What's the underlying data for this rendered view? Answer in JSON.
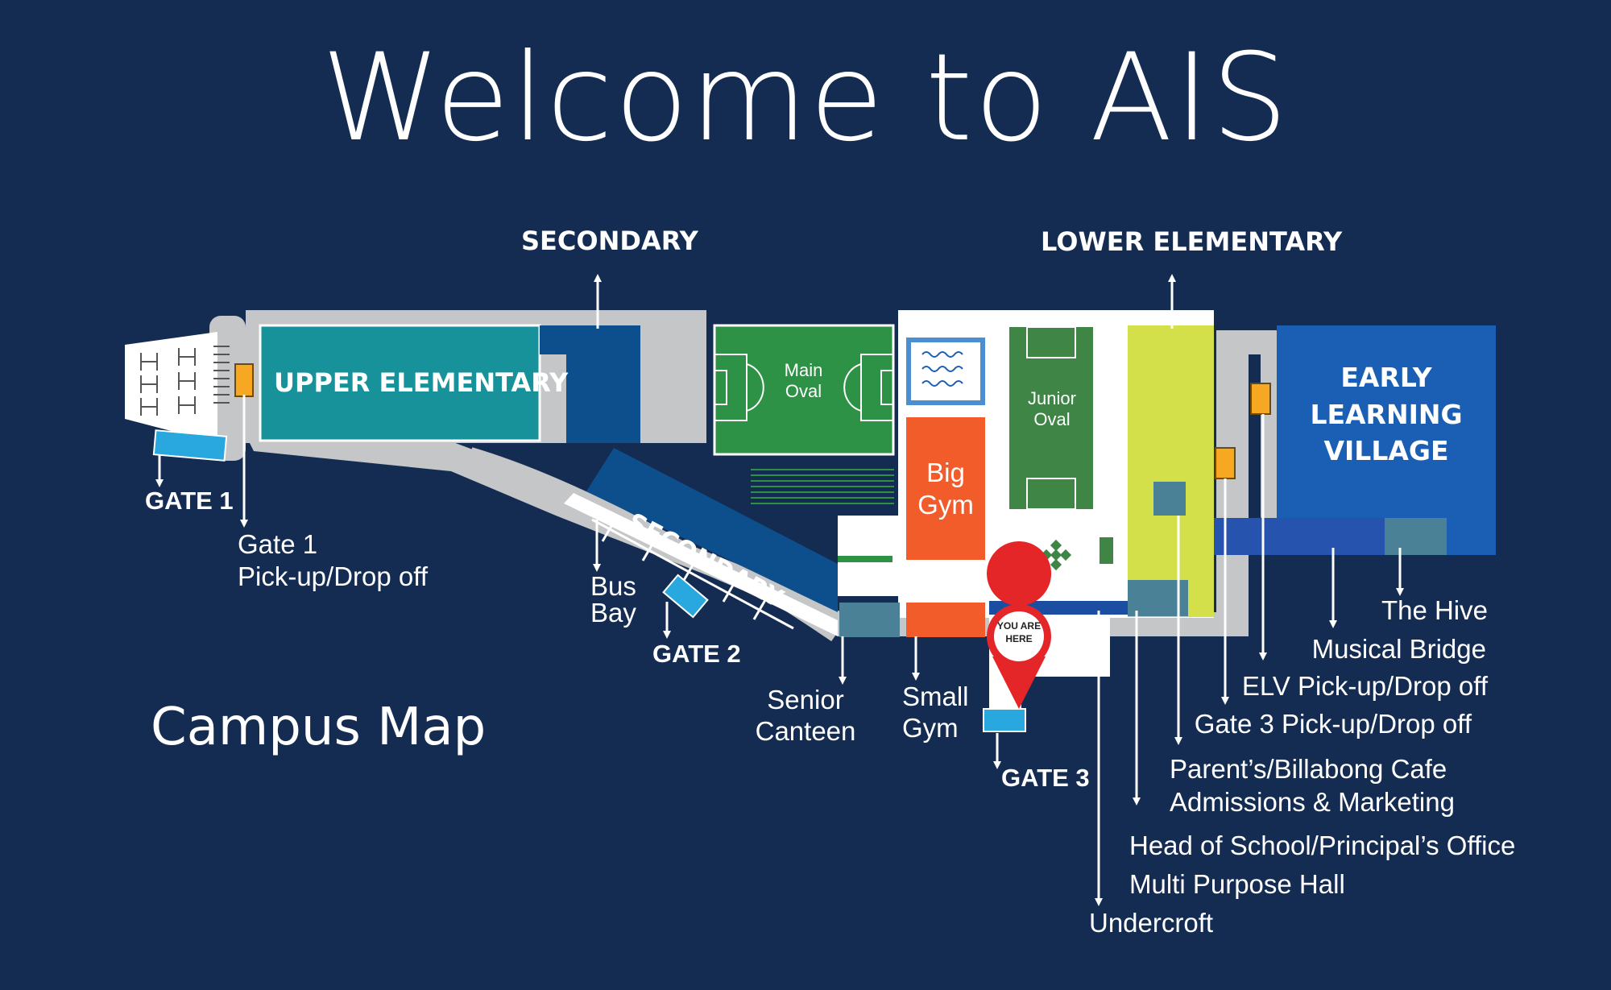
{
  "title": "Welcome to AIS",
  "subtitle": "Campus Map",
  "headers": {
    "secondary_top": "SECONDARY",
    "lower_elementary": "LOWER ELEMENTARY"
  },
  "buildings": {
    "upper_elementary": "UPPER ELEMENTARY",
    "secondary": "SECONDARY",
    "main_oval": "Main\nOval",
    "junior_oval": "Junior\nOval",
    "big_gym": "Big\nGym",
    "early_learning_village": "EARLY\nLEARNING\nVILLAGE"
  },
  "gates": {
    "gate1": "GATE 1",
    "gate2": "GATE 2",
    "gate3": "GATE 3"
  },
  "you_are_here": "YOU ARE\nHERE",
  "labels": {
    "gate1_pickup": "Gate 1\nPick-up/Drop off",
    "bus_bay": "Bus\nBay",
    "senior_canteen": "Senior\nCanteen",
    "small_gym": "Small\nGym",
    "the_hive": "The Hive",
    "musical_bridge": "Musical Bridge",
    "elv_pickup": "ELV Pick-up/Drop off",
    "gate3_pickup": "Gate 3 Pick-up/Drop off",
    "parents_cafe": "Parent’s/Billabong Cafe",
    "admissions": "Admissions & Marketing",
    "head_of_school": "Head of School/Principal’s Office",
    "multi_purpose_hall": "Multi Purpose Hall",
    "undercroft": "Undercroft"
  },
  "colors": {
    "background": "#152c52",
    "upper_elementary": "#17929a",
    "secondary": "#0d4f8c",
    "oval": "#2e9246",
    "junior_oval": "#3f8646",
    "gym": "#f25c2b",
    "lower_elementary": "#d3e04a",
    "early_learning": "#1a5fb4",
    "path": "#c4c6c8",
    "gate": "#29a8e0",
    "pin": "#e52629",
    "orange_marker": "#f7a823"
  }
}
